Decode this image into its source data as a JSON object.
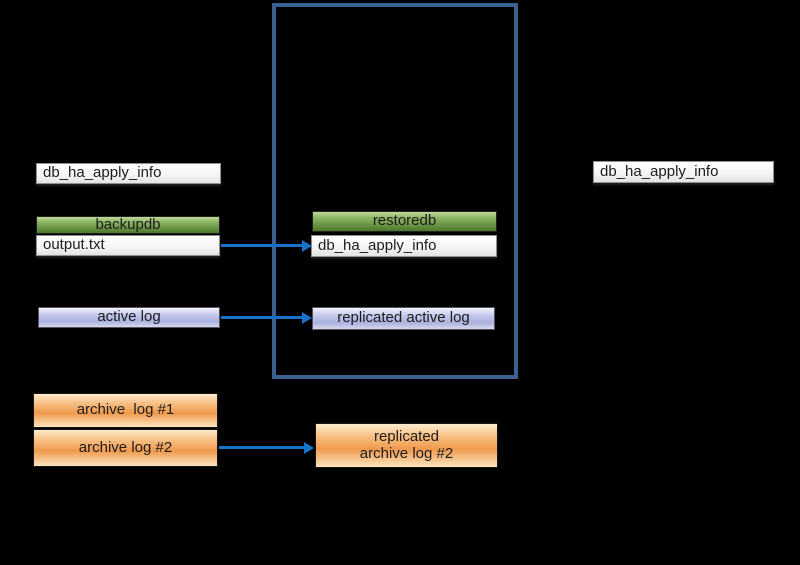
{
  "colors": {
    "background": "#000000",
    "container_border": "#3b6191",
    "arrow": "#1571c9",
    "green_top": "#c2d99d",
    "green_bottom": "#4b7729",
    "white_top": "#ffffff",
    "white_bottom": "#e3e3e3",
    "lavender_mid": "#aab1dd",
    "orange_mid": "#f09a4e",
    "text": "#1c1c1c"
  },
  "source_host": {
    "db_ha_apply_info": "db_ha_apply_info",
    "backupdb": "backupdb",
    "output_file": "output.txt",
    "active_log": "active log",
    "archive_log_1": "archive  log #1",
    "archive_log_2": "archive log #2"
  },
  "restore_host": {
    "restoredb": "restoredb",
    "db_ha_apply_info": "db_ha_apply_info",
    "replicated_active_log": "replicated active log",
    "replicated_archive_line1": "replicated",
    "replicated_archive_line2": "archive log #2"
  },
  "standby_host": {
    "db_ha_apply_info": "db_ha_apply_info"
  }
}
